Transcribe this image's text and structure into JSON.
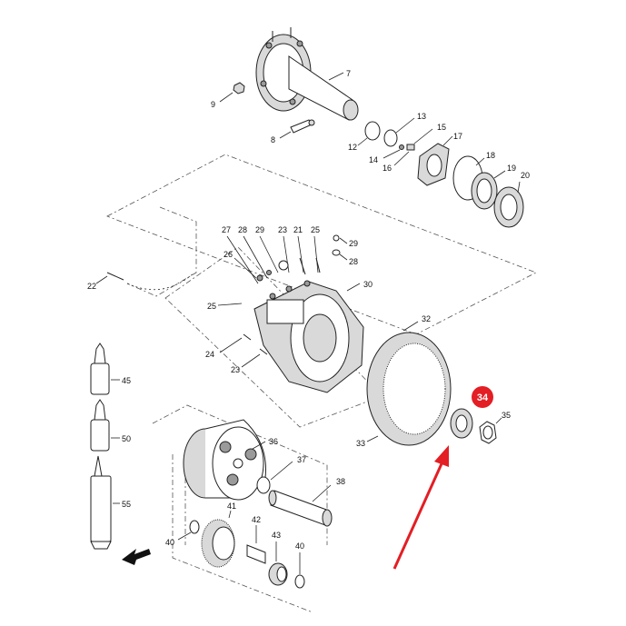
{
  "diagram": {
    "labels": {
      "p7": "7",
      "p9": "9",
      "p8": "8",
      "p12": "12",
      "p13": "13",
      "p14": "14",
      "p15": "15",
      "p16": "16",
      "p17": "17",
      "p18": "18",
      "p19": "19",
      "p20": "20",
      "p27": "27",
      "p28a": "28",
      "p29a": "29",
      "p23a": "23",
      "p21": "21",
      "p25a": "25",
      "p29b": "29",
      "p28b": "28",
      "p26": "26",
      "p22": "22",
      "p25b": "25",
      "p30": "30",
      "p24": "24",
      "p23b": "23",
      "p32": "32",
      "p33": "33",
      "p35": "35",
      "p45": "45",
      "p50": "50",
      "p55": "55",
      "p36": "36",
      "p37": "37",
      "p38": "38",
      "p41": "41",
      "p42": "42",
      "p43": "43",
      "p40a": "40",
      "p40b": "40"
    },
    "highlight": {
      "label": "34",
      "color": "#e31e24"
    },
    "arrow_color": "#e31e24"
  }
}
